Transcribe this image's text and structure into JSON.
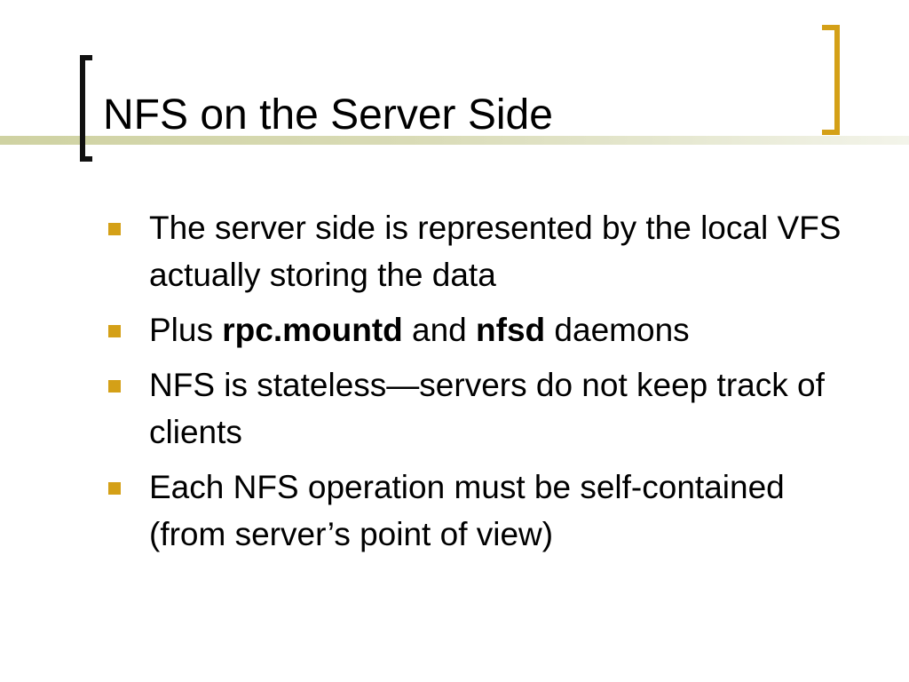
{
  "slide": {
    "title": "NFS on the Server Side",
    "accent_color": "#d4a017",
    "bullets": [
      {
        "text": "The server side is represented by the local VFS actually storing the data"
      },
      {
        "parts": [
          {
            "text": "Plus ",
            "bold": false
          },
          {
            "text": "rpc.mountd",
            "bold": true
          },
          {
            "text": " and ",
            "bold": false
          },
          {
            "text": "nfsd",
            "bold": true
          },
          {
            "text": " daemons",
            "bold": false
          }
        ]
      },
      {
        "text": "NFS is stateless—servers do not keep track of clients"
      },
      {
        "text": "Each NFS operation must be self-contained (from server’s point of view)"
      }
    ]
  }
}
